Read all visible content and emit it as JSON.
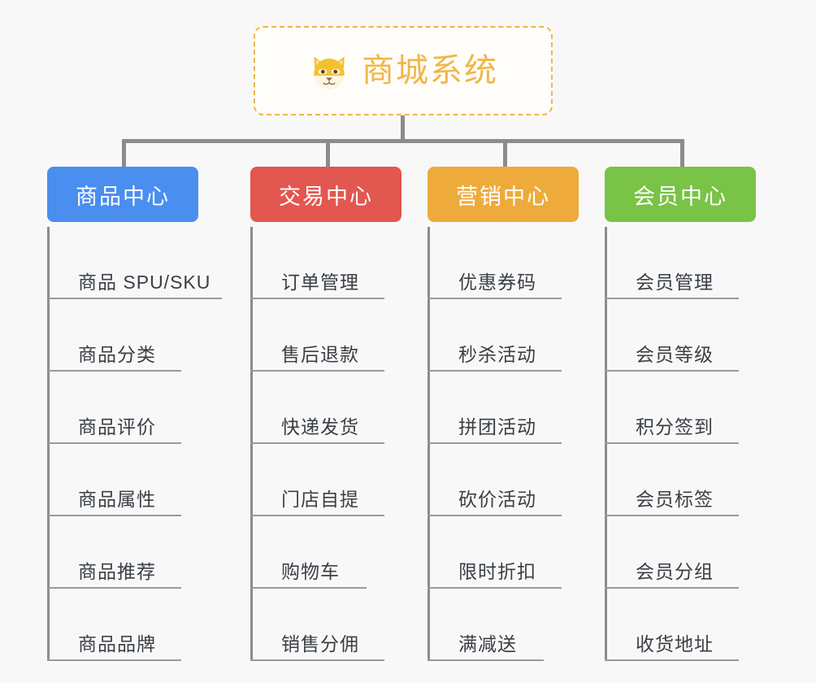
{
  "page": {
    "background_color": "#f8f8f8",
    "connector_color": "#8c8c8c"
  },
  "root": {
    "title": "商城系统",
    "icon": "shiba-dog-icon",
    "border_color": "#f0b64a",
    "text_color": "#f0b64a"
  },
  "columns": [
    {
      "title": "商品中心",
      "color": "#4a8ef0",
      "items": [
        "商品 SPU/SKU",
        "商品分类",
        "商品评价",
        "商品属性",
        "商品推荐",
        "商品品牌"
      ]
    },
    {
      "title": "交易中心",
      "color": "#e2574f",
      "items": [
        "订单管理",
        "售后退款",
        "快递发货",
        "门店自提",
        "购物车",
        "销售分佣"
      ]
    },
    {
      "title": "营销中心",
      "color": "#eeab3c",
      "items": [
        "优惠券码",
        "秒杀活动",
        "拼团活动",
        "砍价活动",
        "限时折扣",
        "满减送"
      ]
    },
    {
      "title": "会员中心",
      "color": "#79c346",
      "items": [
        "会员管理",
        "会员等级",
        "积分签到",
        "会员标签",
        "会员分组",
        "收货地址"
      ]
    }
  ]
}
